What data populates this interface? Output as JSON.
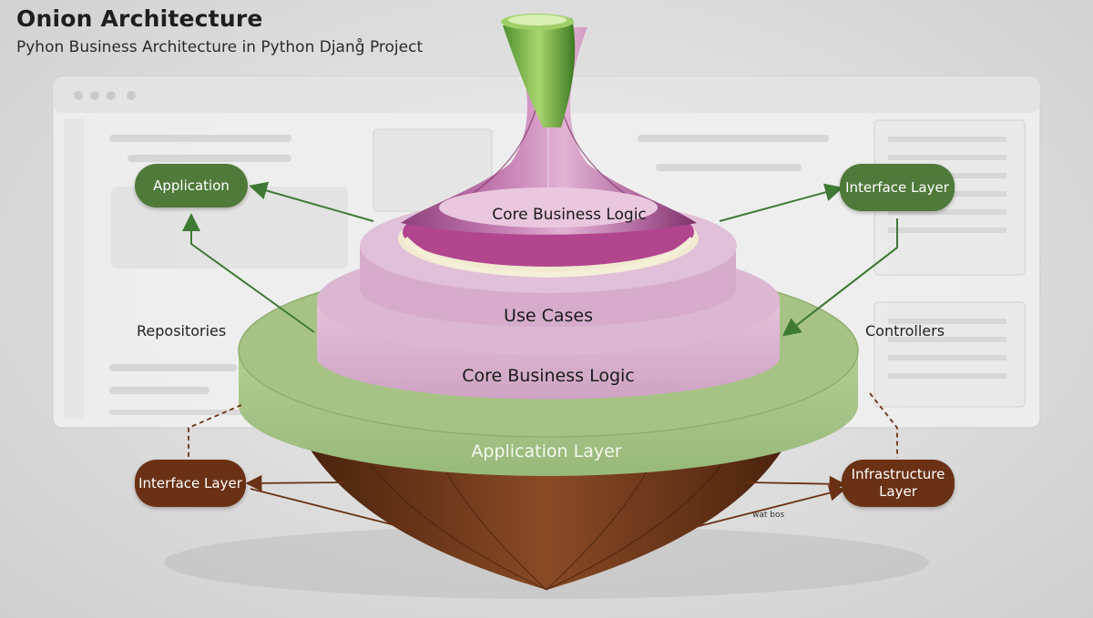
{
  "header": {
    "title": "Onion Architecture",
    "subtitle": "Pyhon Business Architecture in Python Djang̊ Project"
  },
  "nodes": {
    "top_left": {
      "label": "Application"
    },
    "top_right": {
      "label": "Interface Layer"
    },
    "bottom_left": {
      "label": "Interface Layer"
    },
    "bottom_right": {
      "label": "Infrastructure Layer"
    }
  },
  "side_labels": {
    "left": "Repositories",
    "right": "Controllers"
  },
  "onion_layers": {
    "core_top": "Core Business Logic",
    "use_cases": "Use Cases",
    "core_bottom": "Core Business Logic",
    "application_layer": "Application Layer"
  },
  "small_note": "wat bos",
  "colors": {
    "green_pill": "#4f7a3a",
    "brown_pill": "#6b3114",
    "pink_layer": "#d9b3d0",
    "green_layer": "#a9c489",
    "onion_skin": "#7a3d1c"
  }
}
